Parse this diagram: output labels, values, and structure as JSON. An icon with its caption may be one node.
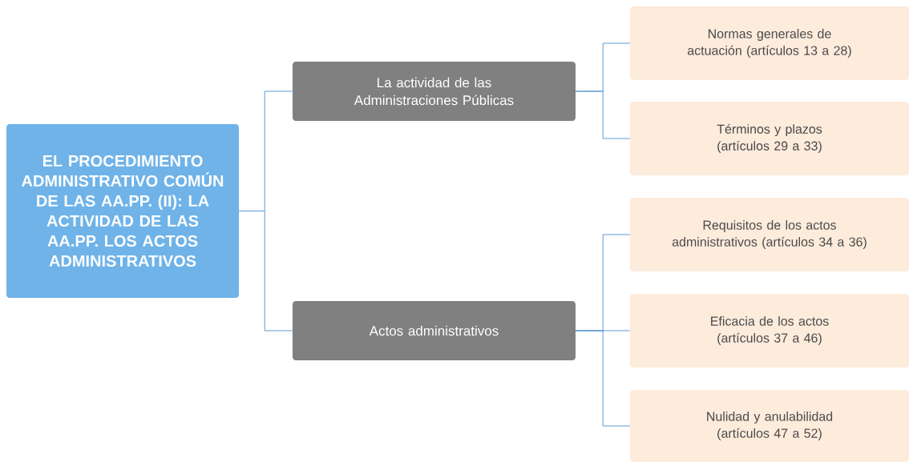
{
  "diagram": {
    "nodes": [
      {
        "text": [
          "EL PROCEDIMIENTO ADMINISTRATIVO COMÚN DE LAS AA.PP. (II): LA ACTIVIDAD DE LAS AA.PP. LOS ACTOS ADMINISTRATIVOS"
        ]
      },
      {
        "text": [
          "La actividad de las Administraciones Públicas"
        ]
      },
      {
        "text": [
          "Normas generales de actuación (artículos 13 a 28)"
        ]
      },
      {
        "text": [
          "Términos y plazos (artículos 29 a 33)"
        ]
      },
      {
        "text": [
          "Actos administrativos"
        ]
      },
      {
        "text": [
          "Requisitos de los actos administrativos (artículos 34 a 36)"
        ]
      },
      {
        "text": [
          "Eficacia de los actos (artículos 37 a 46)"
        ]
      },
      {
        "text": [
          "Nulidad y anulabilidad (artículos 47 a 52)"
        ]
      }
    ],
    "edges": [
      {
        "from": 0,
        "to": 1,
        "arrow": "none"
      },
      {
        "from": 0,
        "to": 4,
        "arrow": "none"
      },
      {
        "from": 1,
        "to": 2,
        "arrow": "none"
      },
      {
        "from": 1,
        "to": 3,
        "arrow": "none"
      },
      {
        "from": 4,
        "to": 5,
        "arrow": "none"
      },
      {
        "from": 4,
        "to": 6,
        "arrow": "none"
      },
      {
        "from": 4,
        "to": 7,
        "arrow": "none"
      }
    ]
  }
}
